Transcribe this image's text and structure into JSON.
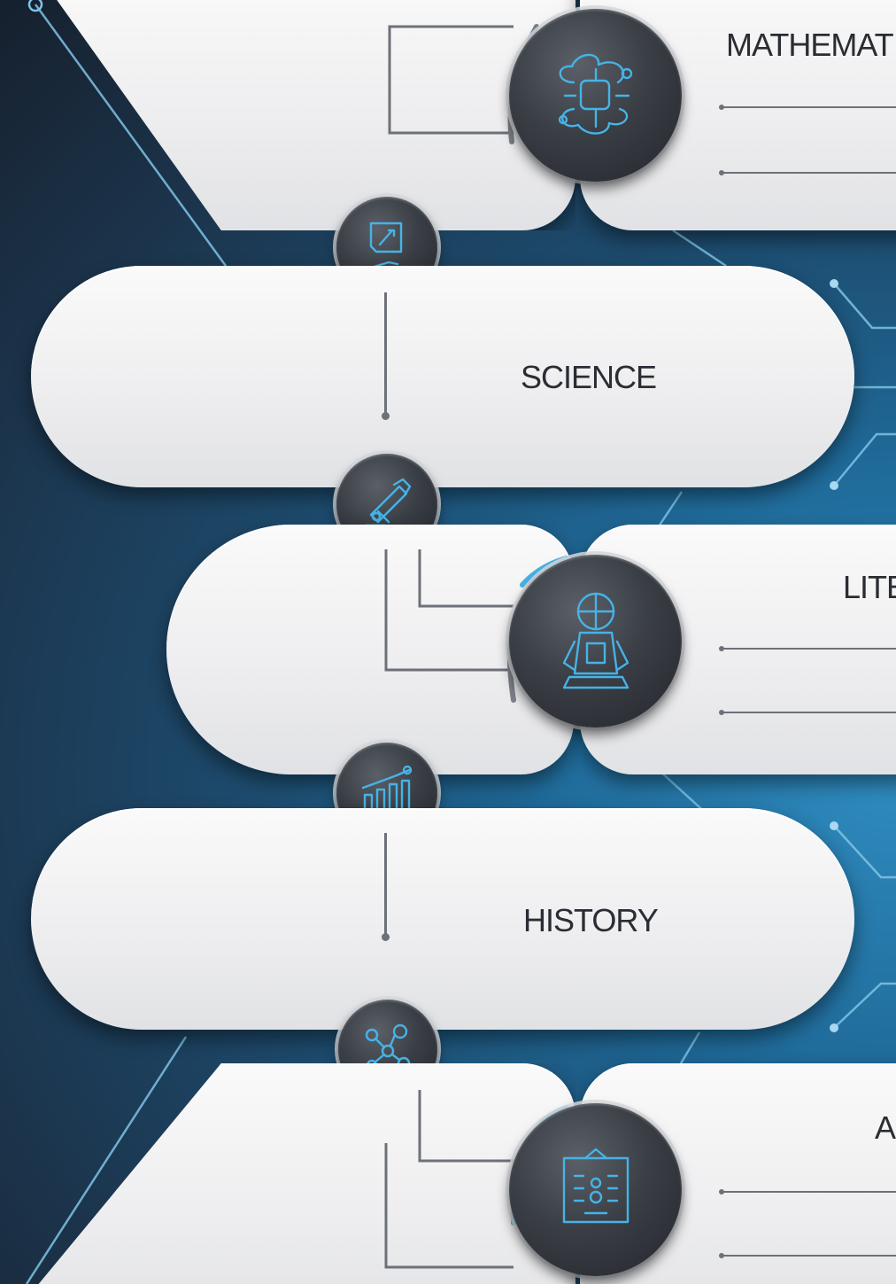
{
  "subjects": [
    {
      "id": "mathematics",
      "label": "MATHEMAT"
    },
    {
      "id": "science",
      "label": "SCIENCE"
    },
    {
      "id": "literature",
      "label": "LITE"
    },
    {
      "id": "history",
      "label": "HISTORY"
    },
    {
      "id": "arts",
      "label": "A"
    }
  ],
  "icons": {
    "mathematics": "circuit-chip-icon",
    "science_connector": "tablet-pen-icon",
    "literature_connector": "microscope-icon",
    "literature": "robot-astronaut-icon",
    "history_connector": "bar-chart-icon",
    "arts_connector": "molecule-icon",
    "arts": "screen-panel-icon"
  },
  "colors": {
    "accent": "#46b3e6",
    "band": "#eeeef0",
    "node": "#33373d",
    "text": "#2a2d33"
  }
}
